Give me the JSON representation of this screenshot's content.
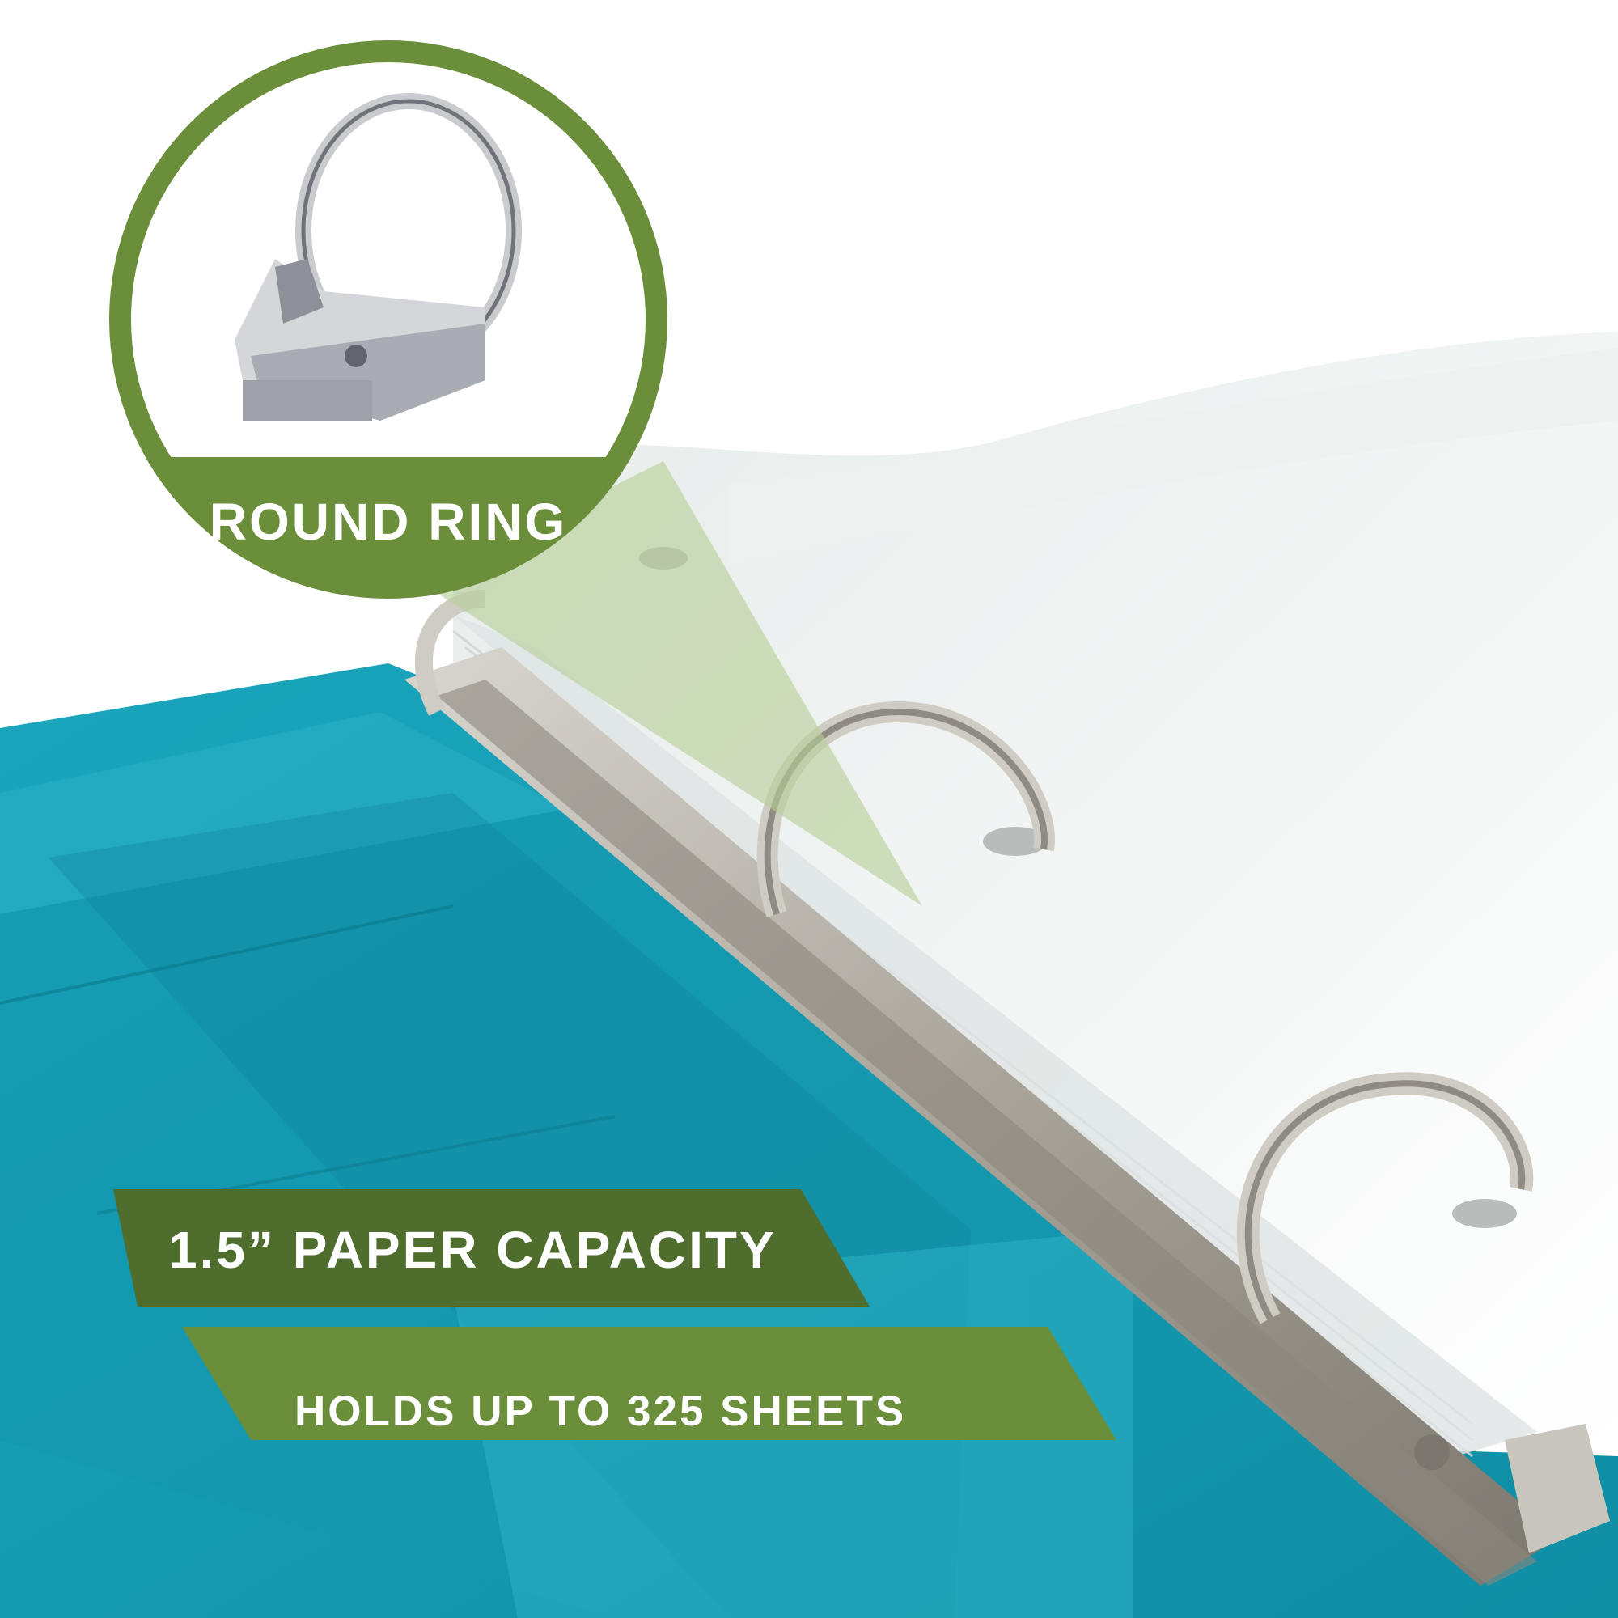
{
  "badges": {
    "ring_type": "ROUND RING",
    "capacity": "1.5” PAPER CAPACITY",
    "sheets": "HOLDS UP TO 325 SHEETS"
  },
  "colors": {
    "binder_teal": "#1d9db4",
    "binder_teal_dark": "#0f7f93",
    "badge_green": "#6a8e3a",
    "badge_green_dark": "#4f6d2d",
    "callout_tint": "#b6cf97",
    "badge_text": "#ffffff",
    "paper": "#f4f6f5",
    "metal": "#b9b6ae"
  },
  "icons": {
    "zoom_inset": "ring-mechanism-icon",
    "callout": "magnifier-callout-icon"
  }
}
